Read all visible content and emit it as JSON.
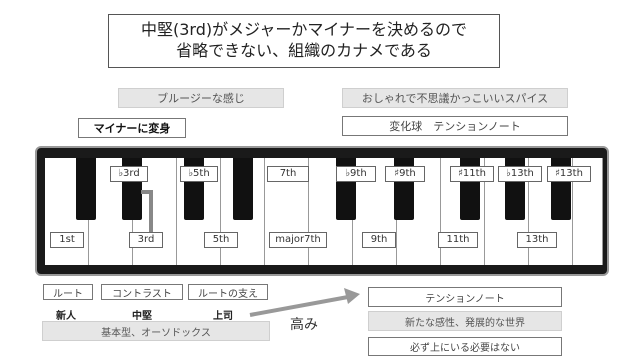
{
  "title": {
    "line1": "中堅(3rd)がメジャーかマイナーを決めるので",
    "line2": "省略できない、組織のカナメである"
  },
  "left_top": {
    "blues": "ブルージーな感じ",
    "minor": "マイナーに変身"
  },
  "right_top": {
    "stylish": "おしゃれで不思議かっこいいスパイス",
    "tension_note": "変化球　テンションノート"
  },
  "upper_labels": [
    "♭3rd",
    "♭5th",
    "7th",
    "♭9th",
    "♯9th",
    "♯11th",
    "♭13th",
    "♯13th"
  ],
  "lower_labels": [
    "1st",
    "3rd",
    "5th",
    "major7th",
    "9th",
    "11th",
    "13th"
  ],
  "bottom_left": {
    "roles": [
      "ルート",
      "コントラスト",
      "ルートの支え"
    ],
    "ranks": [
      "新人",
      "中堅",
      "上司"
    ],
    "basic": "基本型、オーソドックス"
  },
  "arrow_label": "高み",
  "bottom_right": {
    "tension": "テンションノート",
    "new_sense": "新たな感性、発展的な世界",
    "not_always_top": "必ず上にいる必要はない"
  }
}
